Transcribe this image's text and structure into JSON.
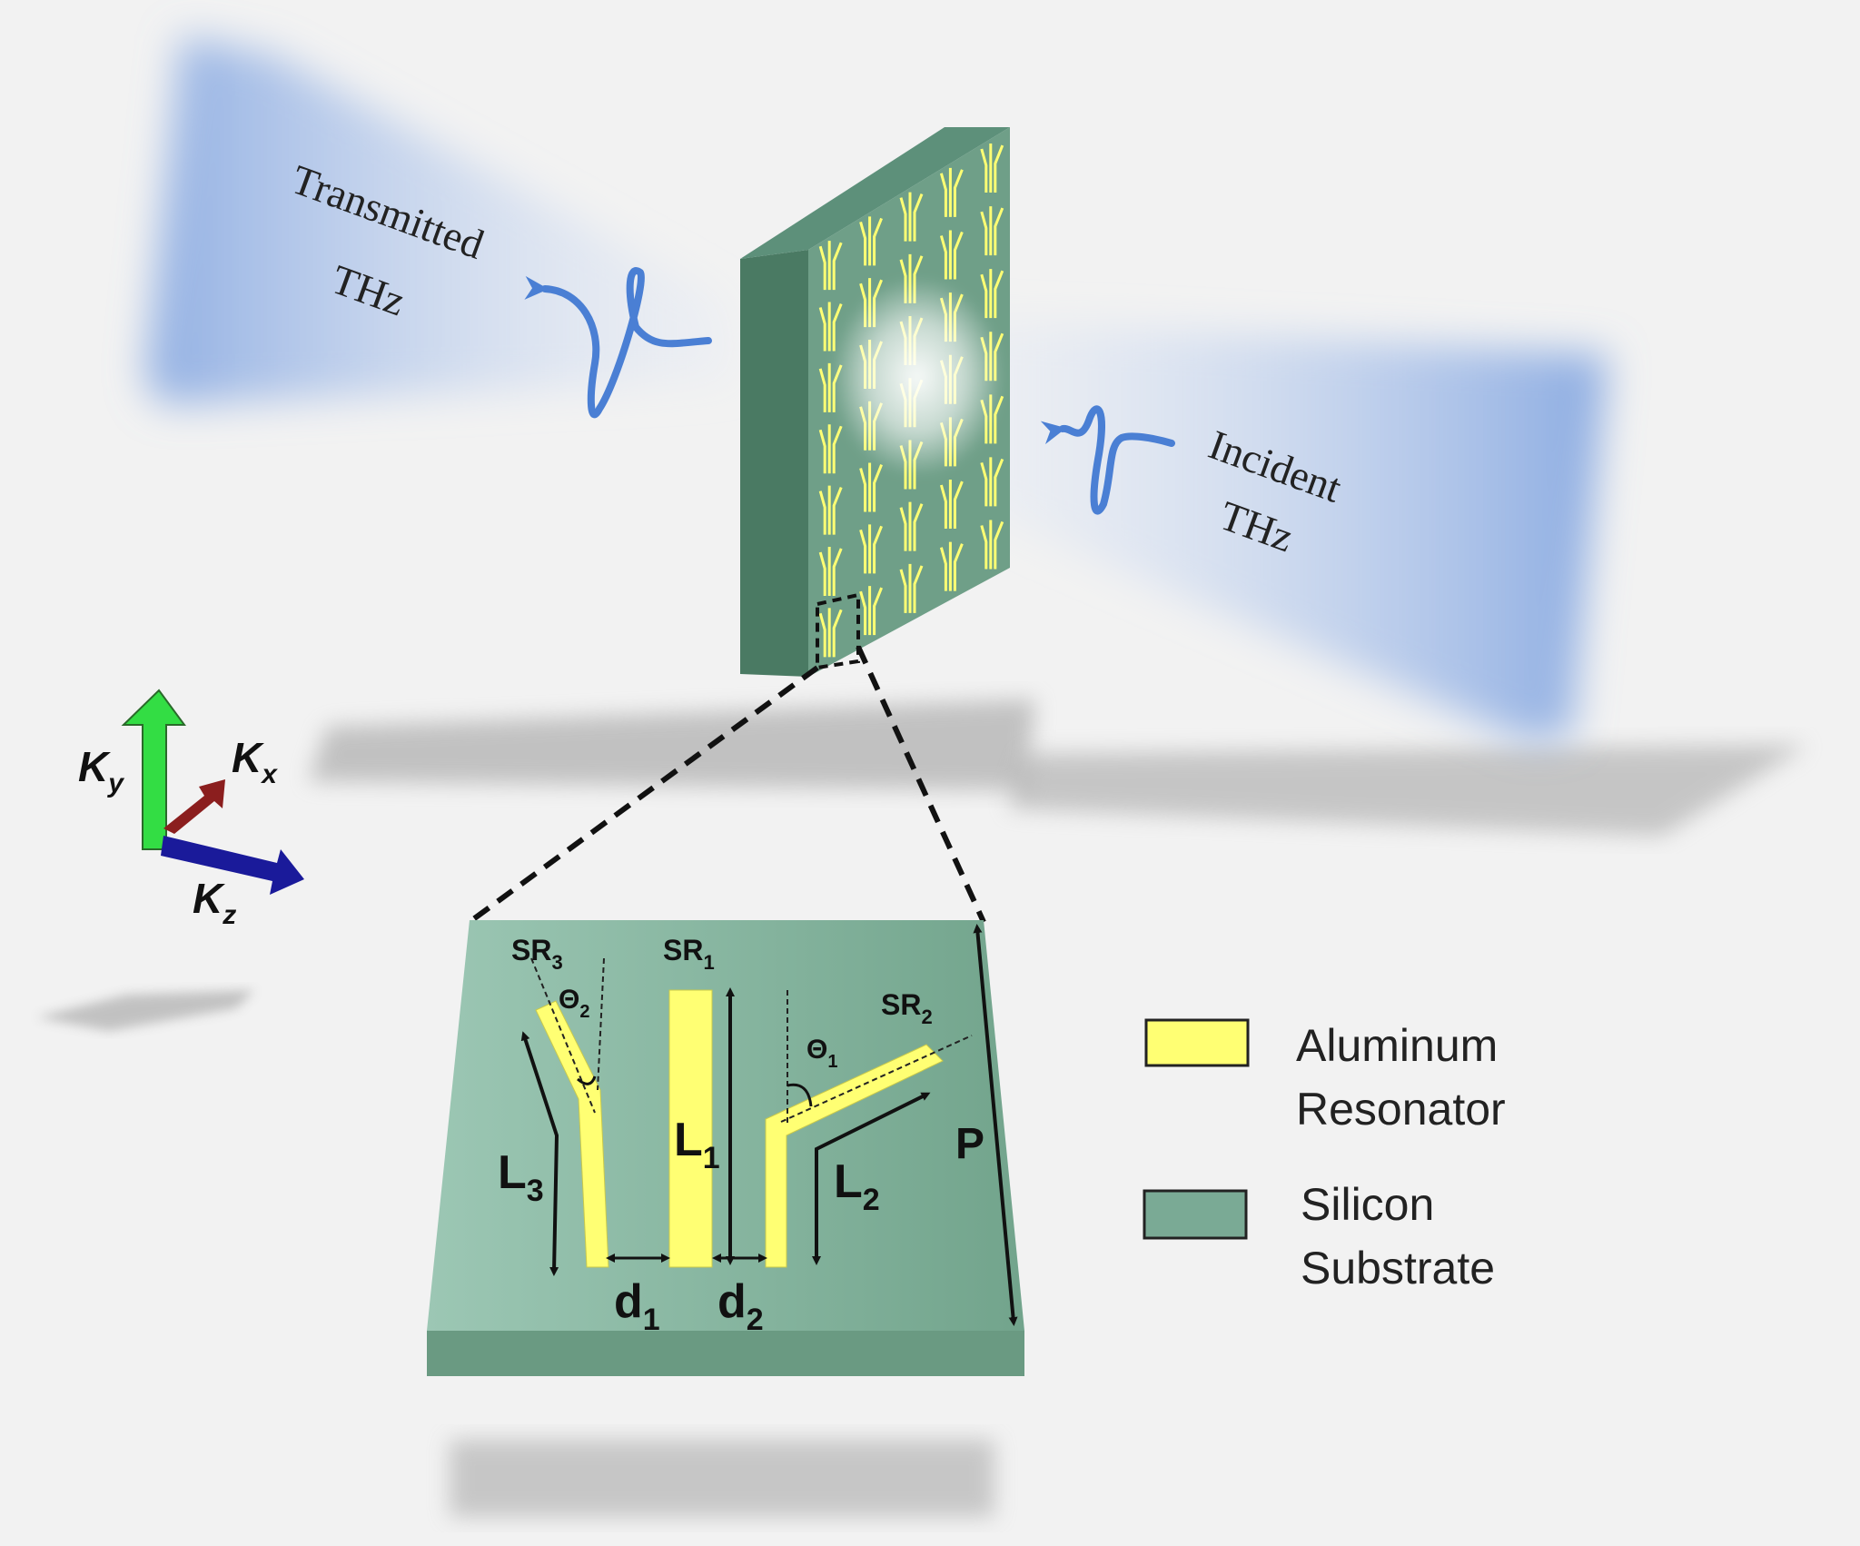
{
  "beams": {
    "transmitted": {
      "line1": "Transmitted",
      "line2": "THz"
    },
    "incident": {
      "line1": "Incident",
      "line2": "THz"
    }
  },
  "axes": {
    "ky": {
      "main": "K",
      "sub": "y"
    },
    "kx": {
      "main": "K",
      "sub": "x"
    },
    "kz": {
      "main": "K",
      "sub": "z"
    }
  },
  "unit_cell": {
    "sr3": {
      "main": "SR",
      "sub": "3"
    },
    "sr1": {
      "main": "SR",
      "sub": "1"
    },
    "sr2": {
      "main": "SR",
      "sub": "2"
    },
    "theta2": {
      "main": "Θ",
      "sub": "2"
    },
    "theta1": {
      "main": "Θ",
      "sub": "1"
    },
    "l1": {
      "main": "L",
      "sub": "1"
    },
    "l2": {
      "main": "L",
      "sub": "2"
    },
    "l3": {
      "main": "L",
      "sub": "3"
    },
    "d1": {
      "main": "d",
      "sub": "1"
    },
    "d2": {
      "main": "d",
      "sub": "2"
    },
    "p": "P"
  },
  "legend": {
    "aluminum": {
      "line1": "Aluminum",
      "line2": "Resonator"
    },
    "silicon": {
      "line1": "Silicon",
      "line2": "Substrate"
    }
  },
  "colors": {
    "background": "#f2f2f2",
    "beam": "#9db8e6",
    "wave": "#4a7fd4",
    "substrate": "#7aaa95",
    "substrate_side": "#4a7a63",
    "resonator": "#ffff73",
    "ky_arrow": "#33dd44",
    "kx_arrow": "#8b1e1e",
    "kz_arrow": "#1a1a9a"
  }
}
